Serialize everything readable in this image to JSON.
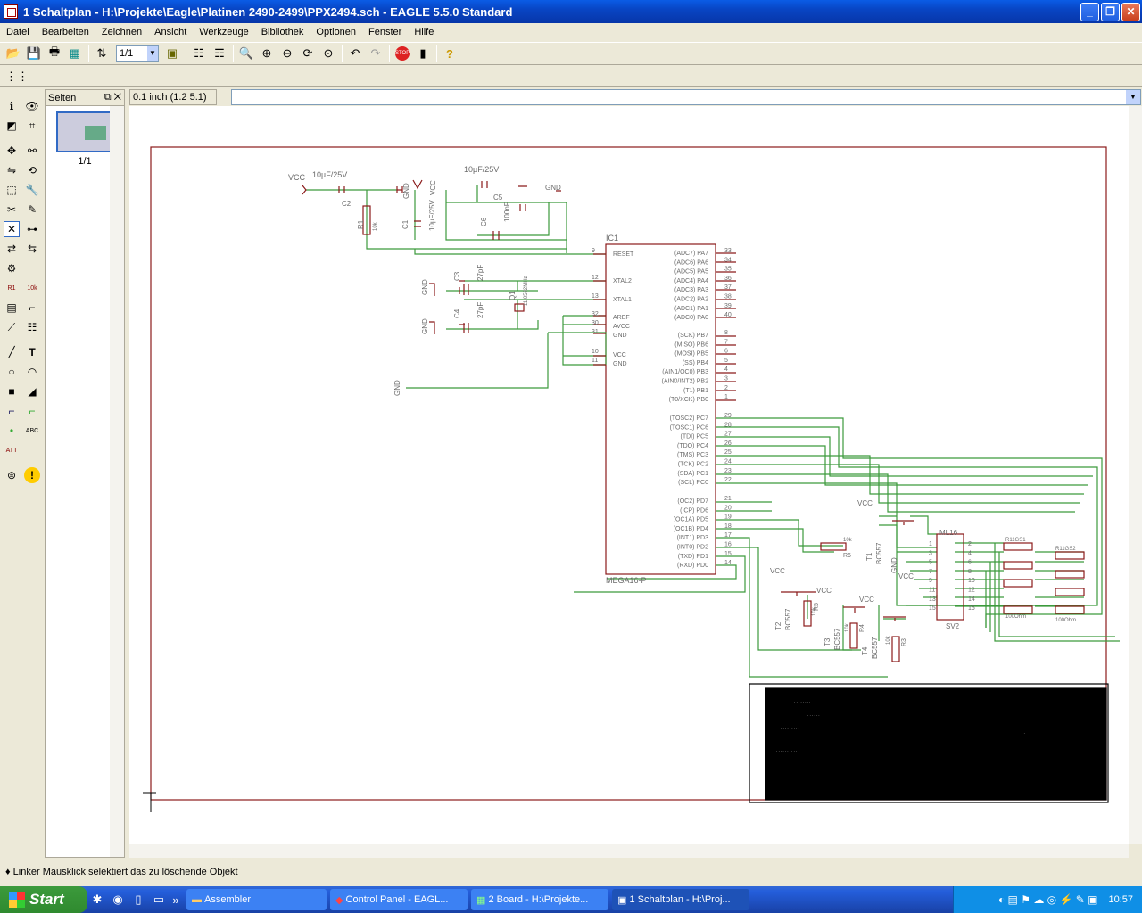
{
  "window": {
    "title": "1 Schaltplan - H:\\Projekte\\Eagle\\Platinen 2490-2499\\PPX2494.sch - EAGLE 5.5.0 Standard"
  },
  "menu": [
    "Datei",
    "Bearbeiten",
    "Zeichnen",
    "Ansicht",
    "Werkzeuge",
    "Bibliothek",
    "Optionen",
    "Fenster",
    "Hilfe"
  ],
  "toolbar": {
    "sheet_value": "1/1"
  },
  "pages_panel": {
    "title": "Seiten",
    "page_label": "1/1"
  },
  "coordinates": "0.1 inch (1.2 5.1)",
  "schematic": {
    "c1_value": "10µF/25V",
    "c1_name": "C1",
    "c2_value": "10µF/25V",
    "c2_name": "C2",
    "c3_value": "27pF",
    "c3_name": "C3",
    "c4_value": "27pF",
    "c4_name": "C4",
    "c5_value": "10µF/25V",
    "c5_name": "C5",
    "c6_value": "100nF",
    "c6_name": "C6",
    "r1_name": "R1",
    "r1_value": "10k",
    "q1_name": "Q1",
    "q1_value": "11.0592MHz",
    "vcc": "VCC",
    "gnd": "GND",
    "ic1_name": "IC1",
    "ic1_value": "MEGA16-P",
    "left_pins": [
      {
        "num": "9",
        "name": "RESET"
      },
      {
        "num": "12",
        "name": "XTAL2"
      },
      {
        "num": "13",
        "name": "XTAL1"
      },
      {
        "num": "32",
        "name": "AREF"
      },
      {
        "num": "30",
        "name": "AVCC"
      },
      {
        "num": "31",
        "name": "GND"
      },
      {
        "num": "10",
        "name": "VCC"
      },
      {
        "num": "11",
        "name": "GND"
      }
    ],
    "right_pins": [
      {
        "num": "33",
        "name": "(ADC7) PA7"
      },
      {
        "num": "34",
        "name": "(ADC6) PA6"
      },
      {
        "num": "35",
        "name": "(ADC5) PA5"
      },
      {
        "num": "36",
        "name": "(ADC4) PA4"
      },
      {
        "num": "37",
        "name": "(ADC3) PA3"
      },
      {
        "num": "38",
        "name": "(ADC2) PA2"
      },
      {
        "num": "39",
        "name": "(ADC1) PA1"
      },
      {
        "num": "40",
        "name": "(ADC0) PA0"
      },
      {
        "num": "8",
        "name": "(SCK) PB7"
      },
      {
        "num": "7",
        "name": "(MISO) PB6"
      },
      {
        "num": "6",
        "name": "(MOSI) PB5"
      },
      {
        "num": "5",
        "name": "(SS) PB4"
      },
      {
        "num": "4",
        "name": "(AIN1/OC0) PB3"
      },
      {
        "num": "3",
        "name": "(AIN0/INT2) PB2"
      },
      {
        "num": "2",
        "name": "(T1) PB1"
      },
      {
        "num": "1",
        "name": "(T0/XCK) PB0"
      },
      {
        "num": "29",
        "name": "(TOSC2) PC7"
      },
      {
        "num": "28",
        "name": "(TOSC1) PC6"
      },
      {
        "num": "27",
        "name": "(TDI) PC5"
      },
      {
        "num": "26",
        "name": "(TDO) PC4"
      },
      {
        "num": "25",
        "name": "(TMS) PC3"
      },
      {
        "num": "24",
        "name": "(TCK) PC2"
      },
      {
        "num": "23",
        "name": "(SDA) PC1"
      },
      {
        "num": "22",
        "name": "(SCL) PC0"
      },
      {
        "num": "21",
        "name": "(OC2) PD7"
      },
      {
        "num": "20",
        "name": "(ICP) PD6"
      },
      {
        "num": "19",
        "name": "(OC1A) PD5"
      },
      {
        "num": "18",
        "name": "(OC1B) PD4"
      },
      {
        "num": "17",
        "name": "(INT1) PD3"
      },
      {
        "num": "16",
        "name": "(INT0) PD2"
      },
      {
        "num": "15",
        "name": "(TXD) PD1"
      },
      {
        "num": "14",
        "name": "(RXD) PD0"
      }
    ],
    "t1_name": "T1",
    "t2_name": "T2",
    "t3_name": "T3",
    "t4_name": "T4",
    "transistor_type": "BC557",
    "r3_name": "R3",
    "r4_name": "R4",
    "r5_name": "R5",
    "r6_name": "R6",
    "base_res_value": "10k",
    "sv2_name": "SV2",
    "sv2_type": "ML16",
    "sv2_left_pins": [
      "1",
      "3",
      "5",
      "7",
      "9",
      "11",
      "13",
      "15"
    ],
    "sv2_right_pins": [
      "2",
      "4",
      "6",
      "8",
      "10",
      "12",
      "14",
      "16"
    ],
    "r11_labels": [
      "R11GS1",
      "R11GS2"
    ],
    "ohm_label": "100Ohm"
  },
  "status": "Linker Mausklick selektiert das zu löschende Objekt",
  "taskbar": {
    "start": "Start",
    "tasks": [
      "Assembler",
      "Control Panel - EAGL...",
      "2 Board - H:\\Projekte...",
      "1 Schaltplan - H:\\Proj..."
    ],
    "clock": "10:57"
  },
  "colors": {
    "net": "#3c9a3c",
    "part": "#8b1a1a",
    "frame": "#8b1a1a",
    "text": "#6b6b6b"
  }
}
